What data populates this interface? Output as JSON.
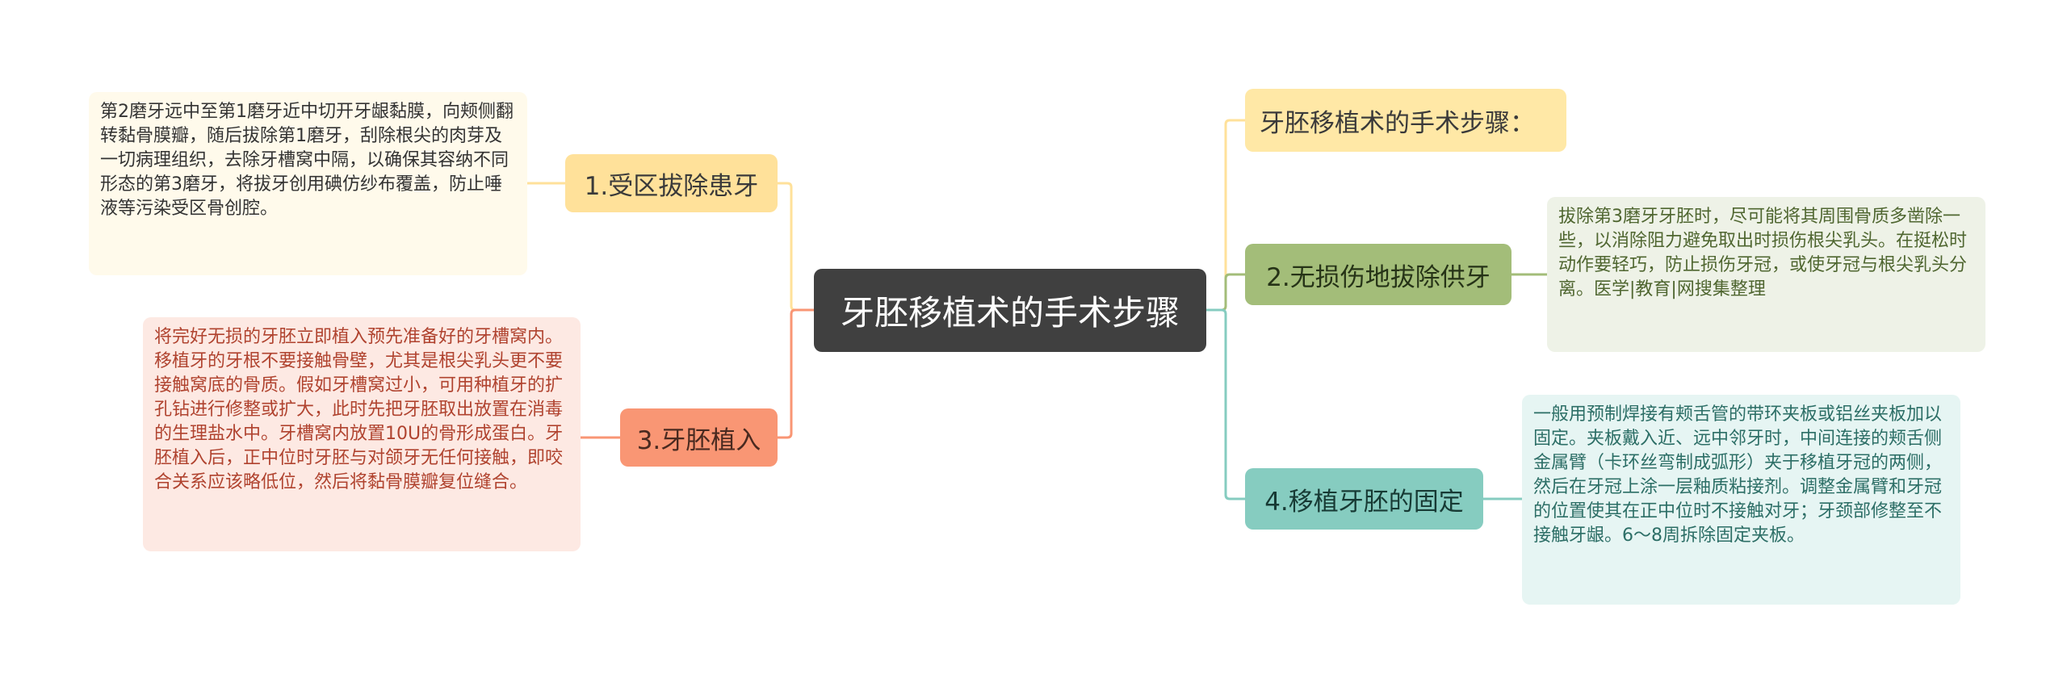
{
  "center": {
    "title": "牙胚移植术的手术步骤"
  },
  "branches": [
    {
      "label": "1.受区拔除患牙",
      "note": "第2磨牙远中至第1磨牙近中切开牙龈黏膜，向颊侧翻转黏骨膜瓣，随后拔除第1磨牙，刮除根尖的肉芽及一切病理组织，去除牙槽窝中隔，以确保其容纳不同形态的第3磨牙，将拔牙创用碘仿纱布覆盖，防止唾液等污染受区骨创腔。"
    },
    {
      "label": "3.牙胚植入",
      "note": "将完好无损的牙胚立即植入预先准备好的牙槽窝内。移植牙的牙根不要接触骨壁，尤其是根尖乳头更不要接触窝底的骨质。假如牙槽窝过小，可用种植牙的扩孔钻进行修整或扩大，此时先把牙胚取出放置在消毒的生理盐水中。牙槽窝内放置10U的骨形成蛋白。牙胚植入后，正中位时牙胚与对颌牙无任何接触，即咬合关系应该略低位，然后将黏骨膜瓣复位缝合。"
    },
    {
      "label": "牙胚移植术的手术步骤："
    },
    {
      "label": "2.无损伤地拔除供牙",
      "note": "拔除第3磨牙牙胚时，尽可能将其周围骨质多凿除一些，以消除阻力避免取出时损伤根尖乳头。在挺松时动作要轻巧，防止损伤牙冠，或使牙冠与根尖乳头分离。医学|教育|网搜集整理"
    },
    {
      "label": "4.移植牙胚的固定",
      "note": "一般用预制焊接有颊舌管的带环夹板或铝丝夹板加以固定。夹板戴入近、远中邻牙时，中间连接的颊舌侧金属臂（卡环丝弯制成弧形）夹于移植牙冠的两侧，然后在牙冠上涂一层釉质粘接剂。调整金属臂和牙冠的位置使其在正中位时不接触对牙；牙颈部修整至不接触牙龈。6～8周拆除固定夹板。"
    }
  ],
  "colors": {
    "center": "#404040",
    "branch1": "#ffe19a",
    "branch3": "#f99674",
    "branch_top": "#ffe8a6",
    "branch2": "#a3bd79",
    "branch4": "#86ccc0"
  }
}
